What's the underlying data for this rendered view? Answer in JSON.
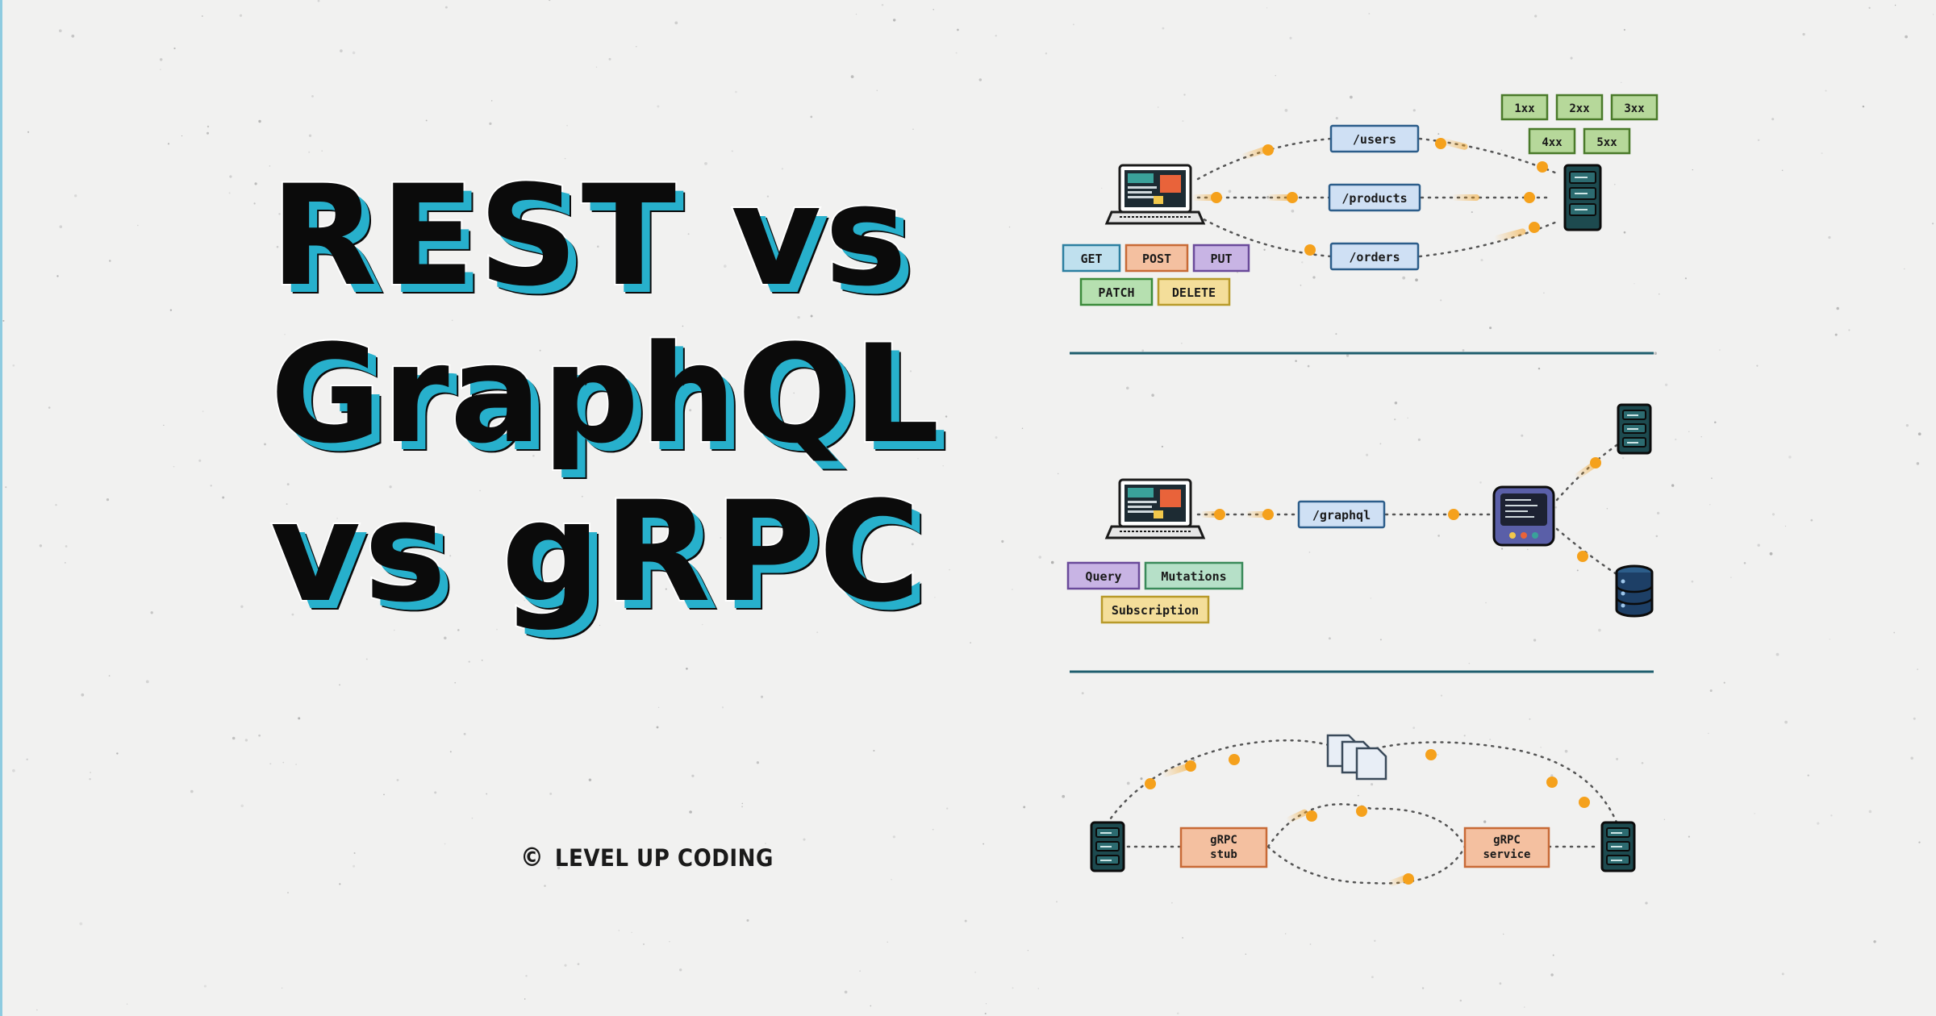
{
  "title": {
    "line1": "REST vs",
    "line2": "GraphQL",
    "line3": "vs gRPC"
  },
  "credit": {
    "symbol": "©",
    "text": "LEVEL UP CODING"
  },
  "colors": {
    "title_fill": "#0b0b0b",
    "title_shadow": "#27b0cc",
    "divider": "#1f5e6e",
    "dot": "#f5a11c",
    "server": "#1d4a4f"
  },
  "rest": {
    "endpoints": [
      "/users",
      "/products",
      "/orders"
    ],
    "status_codes": [
      "1xx",
      "2xx",
      "3xx",
      "4xx",
      "5xx"
    ],
    "methods": [
      "GET",
      "POST",
      "PUT",
      "PATCH",
      "DELETE"
    ]
  },
  "graphql": {
    "endpoint": "/graphql",
    "operations": [
      "Query",
      "Mutations",
      "Subscription"
    ]
  },
  "grpc": {
    "stub_line1": "gRPC",
    "stub_line2": "stub",
    "service_line1": "gRPC",
    "service_line2": "service"
  }
}
